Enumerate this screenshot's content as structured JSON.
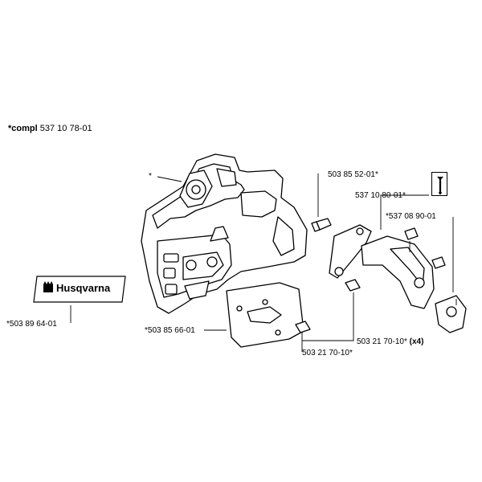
{
  "assembly": {
    "prefix": "*compl",
    "number": "537 10 78-01"
  },
  "brand": {
    "text": "Husqvarna",
    "colors": {
      "ink": "#000000",
      "paper": "#ffffff"
    }
  },
  "tool_icon": "wrench-icon",
  "part_labels": {
    "star_marker": "*",
    "p1": "503 85 52-01*",
    "p2": "537 10 80-01*",
    "p3": "*537 08 90-01",
    "p4": "*503 89 64-01",
    "p5": "*503 85 66-01",
    "p6": "503 21 70-10*",
    "p7_number": "503 21 70-10*",
    "p7_qty": "(x4)"
  }
}
